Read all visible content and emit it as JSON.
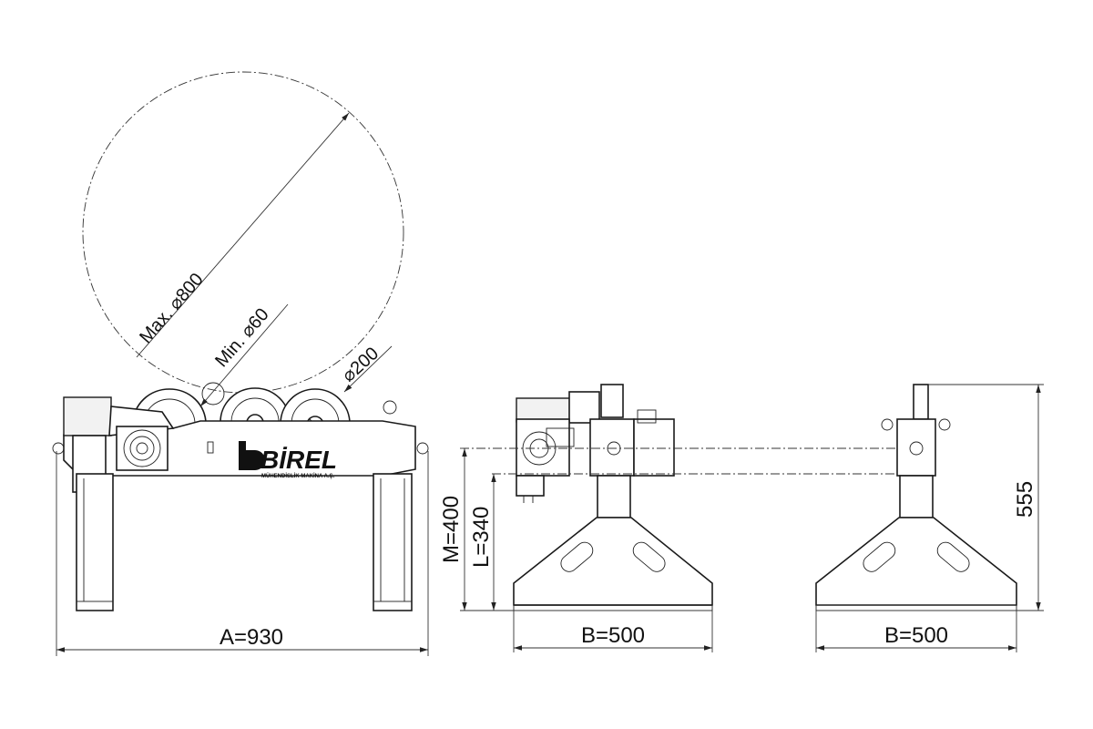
{
  "drawing": {
    "brand": {
      "name": "BİREL",
      "subtitle": "MÜHENDİSLİK MAKİNA A.Ş."
    },
    "front_view": {
      "max_diameter_label": "Max. ⌀800",
      "min_diameter_label": "Min. ⌀60",
      "roller_diameter_label": "⌀200",
      "width_label": "A=930"
    },
    "side_view_left": {
      "height_m_label": "M=400",
      "height_l_label": "L=340",
      "base_width_label": "B=500"
    },
    "side_view_right": {
      "base_width_label": "B=500",
      "overall_height_label": "555"
    }
  }
}
